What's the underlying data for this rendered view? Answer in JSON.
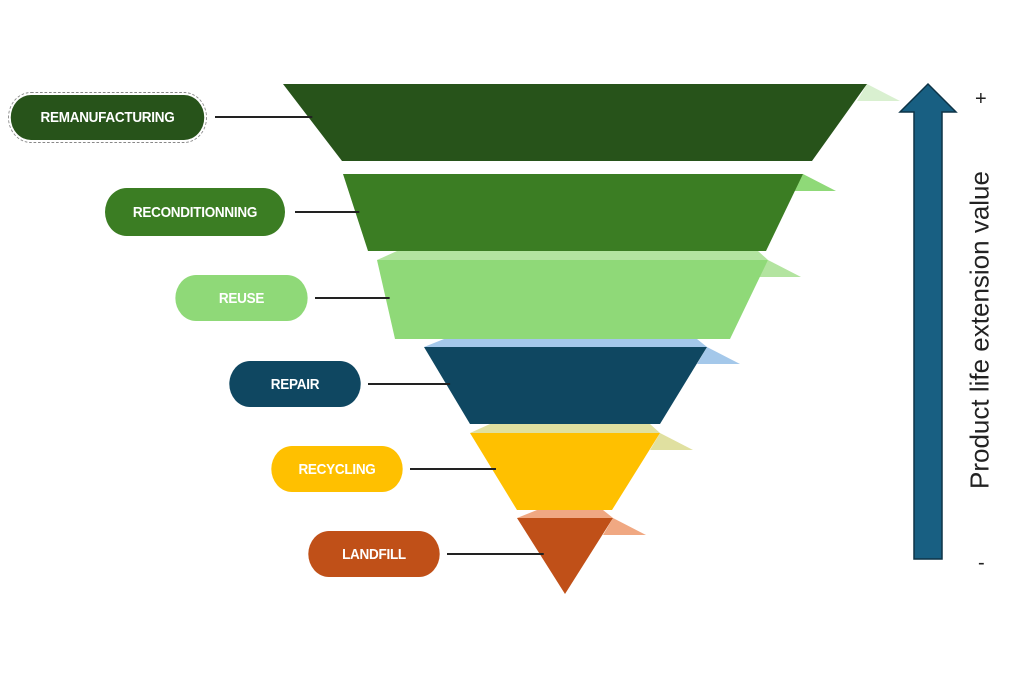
{
  "levels": [
    {
      "label": "REMANUFACTURING",
      "color": "#27531a",
      "flap": "#d9f0d0"
    },
    {
      "label": "RECONDITIONNING",
      "color": "#3b7d23",
      "flap": "#8fd978"
    },
    {
      "label": "REUSE",
      "color": "#8fd978",
      "flap": "#b3e4a0"
    },
    {
      "label": "REPAIR",
      "color": "#0f4761",
      "flap": "#a4c8ea"
    },
    {
      "label": "RECYCLING",
      "color": "#ffc000",
      "flap": "#e0e0a0"
    },
    {
      "label": "LANDFILL",
      "color": "#c05018",
      "flap": "#f0a882"
    }
  ],
  "axis": {
    "label": "Product life extension value",
    "plus": "+",
    "minus": "-",
    "color": "#185f82"
  }
}
